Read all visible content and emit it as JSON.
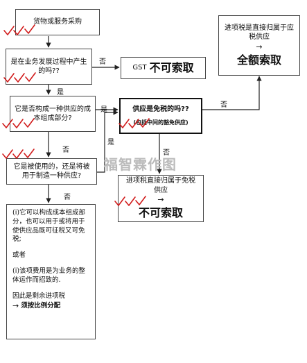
{
  "nodes": {
    "procure": "货物或服务采购",
    "q_incurred": "是在业务发展过程中产生的吗??",
    "no_recovery_1": {
      "prefix": "GST",
      "text": "不可索取"
    },
    "q_cost": "它是否构成一种供应的成本组成部分?",
    "q_exempt": {
      "main": "供应是免税的吗??",
      "sub": "(包括中间的豁免供应)"
    },
    "full_recovery": {
      "desc": "进项税是直接归属于应税供应",
      "arrow": "→",
      "result": "全额索取"
    },
    "q_used": "它是被使用的，还是将被用于制造一种供应?",
    "no_recovery_2": {
      "desc": "进项税直接归属于免税供应",
      "arrow": "→",
      "result": "不可索取"
    },
    "apportion": {
      "line1": "(i)它可以构成成本组成部分，也可以用于或将用于使供应品既可征税又可免税;",
      "or": "或者",
      "line2": "(i)该项费用是为业务的整体运作而招致的.",
      "conclusion": "因此是剩余进项税",
      "arrow": "→",
      "result": "须按比例分配"
    }
  },
  "edges": {
    "no_1": "否",
    "yes_1": "是",
    "no_2": "否",
    "yes_2": "是",
    "no_3": "否",
    "yes_3": "是",
    "no_4": "否"
  },
  "watermark": "福智霖作图",
  "colors": {
    "check": "#d11a1a",
    "line": "#222222",
    "watermark": "#bbbbbb"
  }
}
